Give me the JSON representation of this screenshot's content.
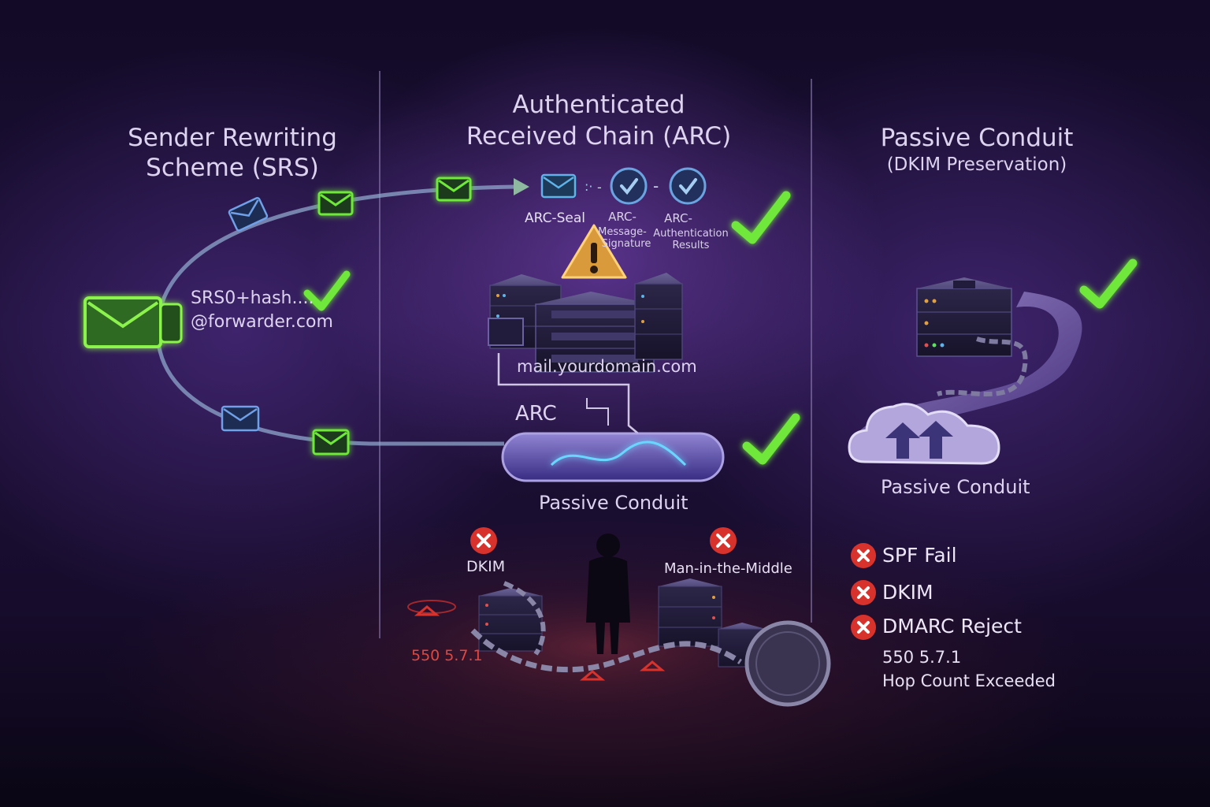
{
  "columns": {
    "srs": {
      "title_line1": "Sender Rewriting",
      "title_line2": "Scheme (SRS)",
      "address_line1": "SRS0+hash....",
      "address_line2": "@forwarder.com"
    },
    "arc": {
      "title_line1": "Authenticated",
      "title_line2": "Received Chain (ARC)",
      "seal_label": "ARC-Seal",
      "msg_sig_label_1": "ARC-",
      "msg_sig_label_2": "Message-",
      "msg_sig_label_3": "Signature",
      "auth_results_label_1": "ARC-",
      "auth_results_label_2": "Authentication",
      "auth_results_label_3": "Results",
      "server_domain": "mail.yourdomain.com",
      "arc_label": "ARC",
      "conduit_label": "Passive Conduit",
      "fail_dkim_label": "DKIM",
      "mitm_label": "Man-in-the-Middle",
      "bounce_code": "550 5.7.1"
    },
    "passive": {
      "title_line1": "Passive Conduit",
      "title_line2": "(DKIM Preservation)",
      "cloud_label": "Passive Conduit",
      "failures": [
        "SPF Fail",
        "DKIM",
        "DMARC Reject"
      ],
      "bounce_code": "550 5.7.1",
      "bounce_reason": "Hop Count Exceeded"
    }
  },
  "colors": {
    "accent_green": "#6fe83a",
    "fail_red": "#d8322c",
    "envelope_blue": "#5fb3e8",
    "text": "#e4dcf4",
    "divider": "#8c7cb0"
  },
  "icons": [
    "envelope-icon",
    "check-icon",
    "warning-icon",
    "server-icon",
    "cloud-icon",
    "chain-icon",
    "x-icon",
    "person-icon"
  ]
}
